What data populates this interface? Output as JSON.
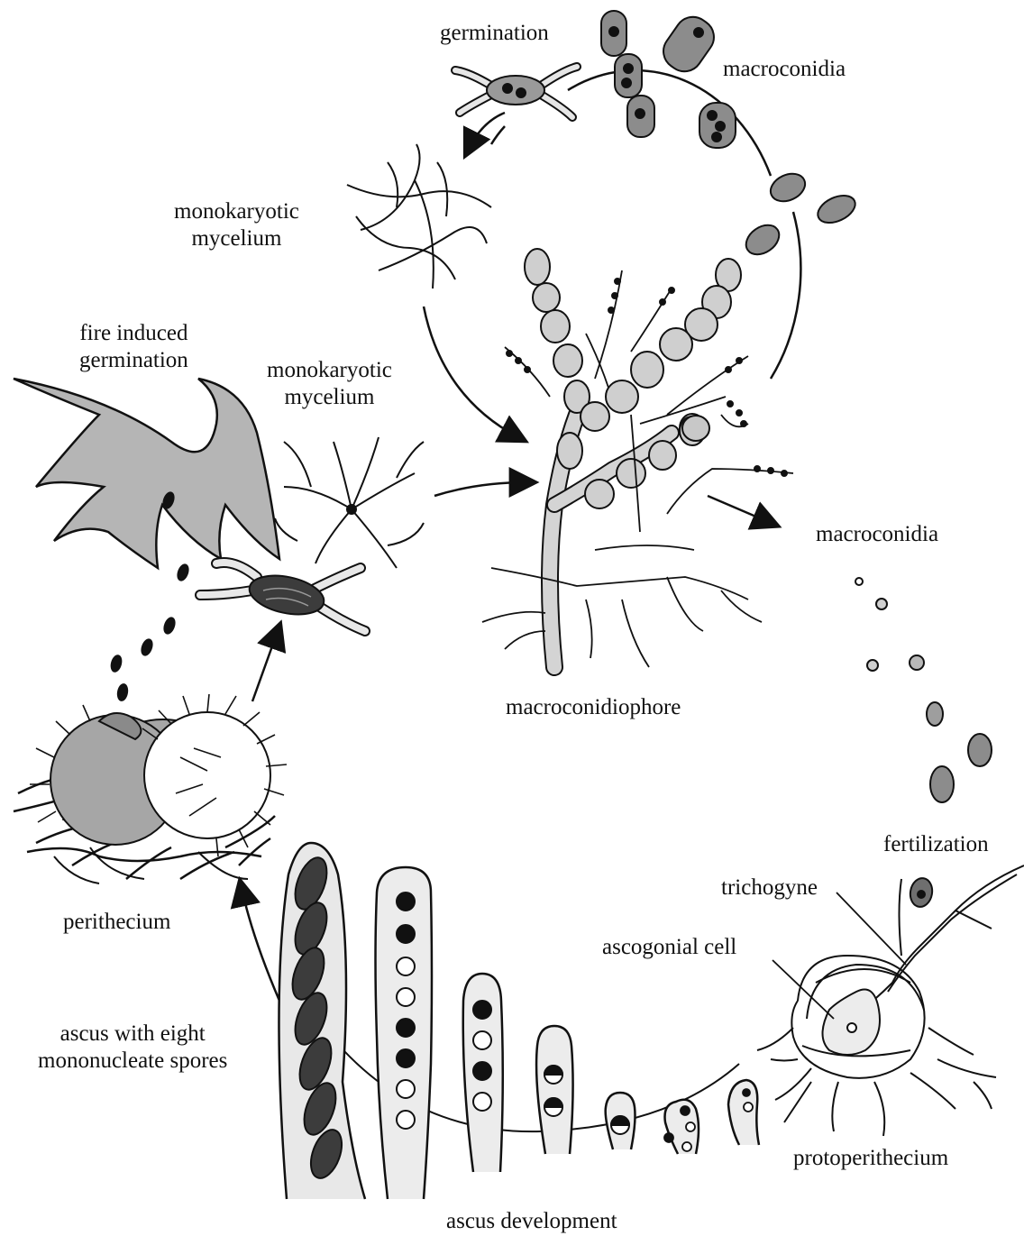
{
  "colors": {
    "ink": "#111111",
    "dark_spore": "#4a4a4a",
    "macroconidia": "#8c8c8c",
    "hypha_fill": "#cfcfcf",
    "flame": "#b5b5b5",
    "ascus_fill": "#ececec"
  },
  "labels": {
    "germination": "germination",
    "macroconidia_top": "macroconidia",
    "monokaryotic_top": [
      "monokaryotic",
      "mycelium"
    ],
    "fire_induced": [
      "fire induced",
      "germination"
    ],
    "monokaryotic_mid": [
      "monokaryotic",
      "mycelium"
    ],
    "macroconidia_right": "macroconidia",
    "macroconidiophore": "macroconidiophore",
    "fertilization": "fertilization",
    "trichogyne": "trichogyne",
    "ascogonial_cell": "ascogonial cell",
    "perithecium": "perithecium",
    "ascus_eight": [
      "ascus with eight",
      "mononucleate spores"
    ],
    "protoperithecium": "protoperithecium",
    "ascus_development": "ascus development"
  }
}
